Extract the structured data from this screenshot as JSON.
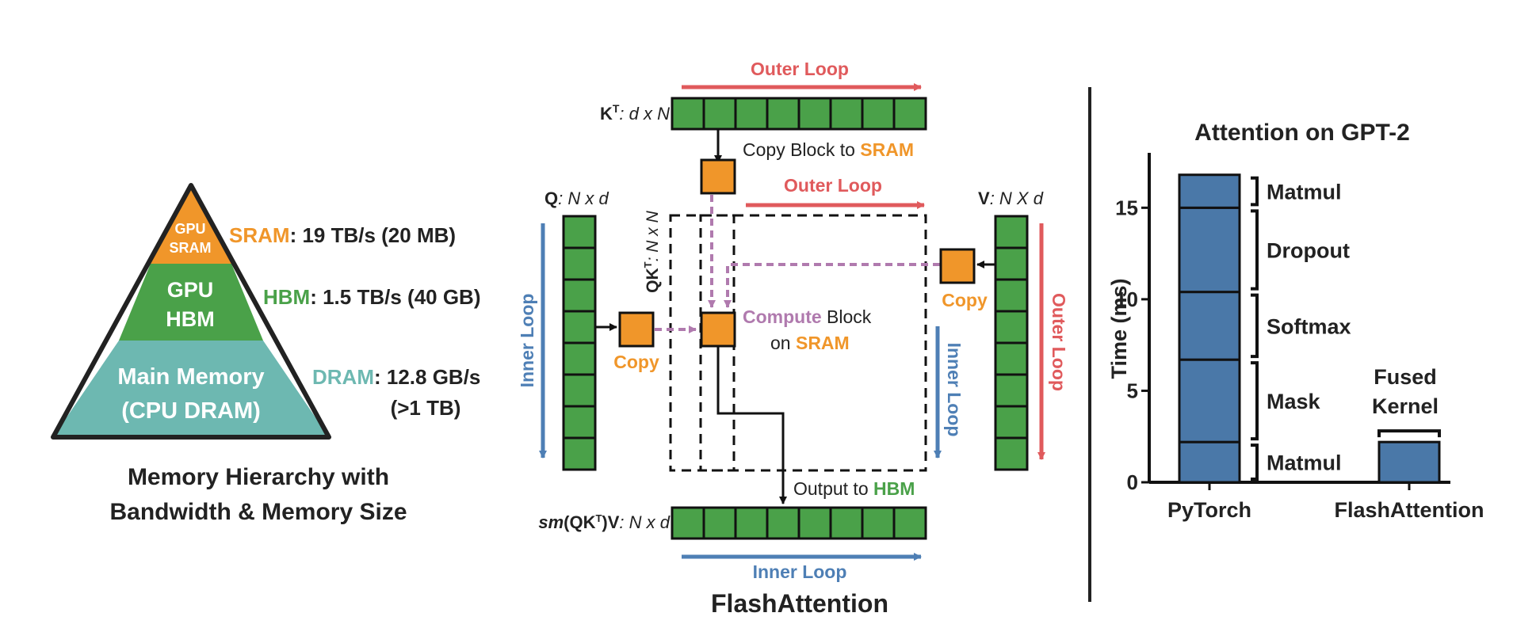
{
  "colors": {
    "pyramid_sram": "#F0962A",
    "pyramid_hbm": "#4AA149",
    "pyramid_dram": "#6DB8B1",
    "block_green": "#4AA149",
    "block_orange": "#F0962A",
    "sram_orange": "#F0962A",
    "hbm_green": "#4AA149",
    "dram_teal": "#6DB8B1",
    "outer_loop_red": "#E05A5C",
    "inner_loop_blue": "#4E7FB5",
    "compute_purple": "#B07AAE",
    "bar_blue": "#4A78A8"
  },
  "hierarchy": {
    "sram_tier": [
      "GPU",
      "SRAM"
    ],
    "hbm_tier": [
      "GPU",
      "HBM"
    ],
    "dram_tier": [
      "Main Memory",
      "(CPU DRAM)"
    ],
    "sram_name": "SRAM",
    "sram_spec": ": 19 TB/s (20 MB)",
    "hbm_name": "HBM",
    "hbm_spec": ": 1.5 TB/s (40 GB)",
    "dram_name": "DRAM",
    "dram_spec": ": 12.8 GB/s",
    "dram_spec2": "(>1 TB)",
    "caption": [
      "Memory Hierarchy with",
      "Bandwidth & Memory Size"
    ]
  },
  "flash": {
    "outer_loop_top": "Outer Loop",
    "kt_prefix": "K",
    "kt_sup": "T",
    "kt_suffix": ": d x N",
    "copy_block_to": "Copy Block to ",
    "sram": "SRAM",
    "outer_loop_mid": "Outer Loop",
    "q_prefix": "Q",
    "q_suffix": ": N x d",
    "qkt_label": "QK",
    "qkt_sup": "T",
    "qkt_suffix": ": N x N",
    "v_prefix": "V",
    "v_suffix": ": N X d",
    "inner_loop_left": "Inner Loop",
    "copy_left": "Copy",
    "copy_right": "Copy",
    "compute": "Compute",
    "block": " Block",
    "on": "on ",
    "inner_loop_right": "Inner Loop",
    "outer_loop_right": "Outer Loop",
    "output_to": "Output to ",
    "hbm": "HBM",
    "out_sm": "sm",
    "out_qk": "(QK",
    "out_sup": "T",
    "out_v": ")V",
    "out_suffix": ": N x d",
    "inner_loop_bottom": "Inner Loop",
    "title": "FlashAttention"
  },
  "chart_data": {
    "type": "bar",
    "title": "Attention on GPT-2",
    "ylabel": "Time (ms)",
    "xlabel": "",
    "ylim": [
      0,
      18
    ],
    "yticks": [
      0,
      5,
      10,
      15
    ],
    "categories": [
      "PyTorch",
      "FlashAttention"
    ],
    "stacks": [
      {
        "category": "PyTorch",
        "segments": [
          {
            "name": "Matmul",
            "from": 0,
            "to": 2.2
          },
          {
            "name": "Mask",
            "from": 2.2,
            "to": 6.7
          },
          {
            "name": "Softmax",
            "from": 6.7,
            "to": 10.4
          },
          {
            "name": "Dropout",
            "from": 10.4,
            "to": 15.0
          },
          {
            "name": "Matmul",
            "from": 15.0,
            "to": 16.8
          }
        ]
      },
      {
        "category": "FlashAttention",
        "segments": [
          {
            "name": "Fused Kernel",
            "from": 0,
            "to": 2.2
          }
        ]
      }
    ],
    "annotation_fused": [
      "Fused",
      "Kernel"
    ]
  }
}
